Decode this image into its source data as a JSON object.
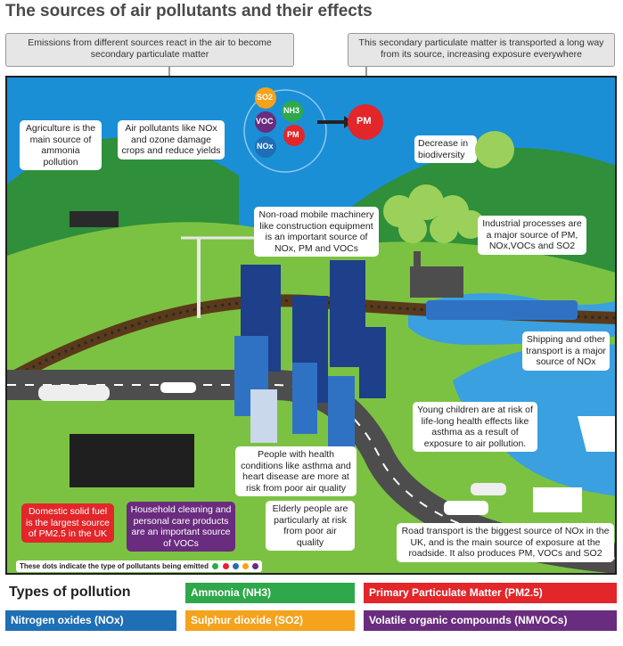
{
  "title": "The sources of air pollutants and their effects",
  "callouts": {
    "emissions": "Emissions from different sources react in the air to become secondary particulate matter",
    "transport": "This secondary particulate matter is transported a long way from its source, increasing exposure everywhere"
  },
  "molecules": {
    "so2": "SO2",
    "nh3": "NH3",
    "voc": "VOC",
    "pm": "PM",
    "nox": "NOx",
    "pm_big": "PM"
  },
  "labels": {
    "agriculture": "Agriculture is the main source of ammonia pollution",
    "crops": "Air pollutants like NOx and ozone damage crops and reduce yields",
    "biodiversity": "Decrease in biodiversity",
    "machinery": "Non-road mobile machinery like construction equipment is an important source of NOx, PM and VOCs",
    "industrial": "Industrial processes are a major source of PM, NOx,VOCs and SO2",
    "shipping": "Shipping and other transport is a major source of NOx",
    "children": "Young children are at risk of life-long health effects like asthma as a result of exposure to air pollution.",
    "health": "People with health conditions like asthma and heart disease are more at risk from poor air quality",
    "elderly": "Elderly people are particularly at risk from poor air quality",
    "road": "Road transport is the biggest source of NOx in the UK, and is the main source of exposure at the roadside. It also produces PM, VOCs and SO2",
    "domestic": "Domestic solid fuel is the largest source of PM2.5 in the UK",
    "household": "Household cleaning and personal care products are an important source of VOCs"
  },
  "dots_note": "These dots indicate the type of pollutants being emitted",
  "types_title": "Types of pollution",
  "types": [
    {
      "label": "Ammonia (NH3)",
      "color": "#2ea84a"
    },
    {
      "label": "Primary Particulate Matter (PM2.5)",
      "color": "#e2262a"
    },
    {
      "label": "Nitrogen oxides (NOx)",
      "color": "#1e6fb5"
    },
    {
      "label": "Sulphur dioxide (SO2)",
      "color": "#f5a21c"
    },
    {
      "label": "Volatile organic compounds (NMVOCs)",
      "color": "#6a2c7f"
    }
  ],
  "colors": {
    "sky": "#1a8fd6",
    "grass": "#7cc242",
    "hill": "#2f8f3a",
    "road": "#4d4d4d",
    "water": "#3aa0e0",
    "building": "#1e3f8a"
  }
}
